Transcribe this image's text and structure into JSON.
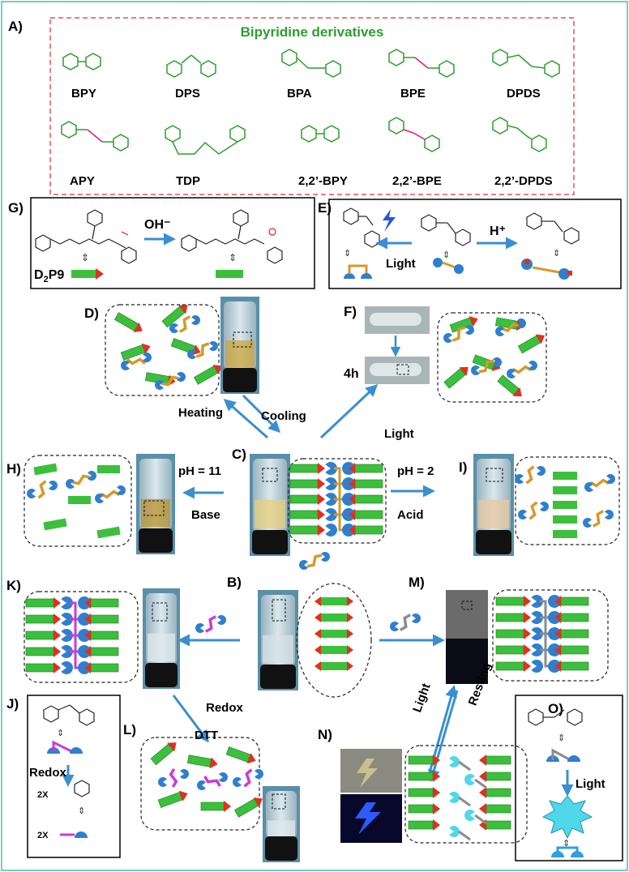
{
  "colors": {
    "frame": "#7ec8c8",
    "dashed_red": "#e05555",
    "ring_green": "#2e9e2e",
    "pink_link": "#d81b8a",
    "arrow_blue": "#3a8fd0",
    "peptide_green": "#3cbf3c",
    "tip_red": "#e03020",
    "blue_piece": "#2f7fcf",
    "gold_link": "#d49a2a",
    "magenta_link": "#cc3bd6",
    "grey_link": "#8c8c8c",
    "cyan_piece": "#4fd7ea"
  },
  "panel_a": {
    "label": "A)",
    "title": "Bipyridine derivatives",
    "compounds": [
      "BPY",
      "DPS",
      "BPA",
      "BPE",
      "DPDS",
      "APY",
      "TDP",
      "2,2’-BPY",
      "2,2’-BPE",
      "2,2’-DPDS"
    ]
  },
  "panel_g": {
    "label": "G)",
    "reagent": "OH⁻",
    "name_main": "D",
    "name_sub": "2",
    "name_end": "P9",
    "equiv": "⇕"
  },
  "panel_e": {
    "label": "E)",
    "acid": "H⁺",
    "light": "Light",
    "equiv": "⇕"
  },
  "panel_d": {
    "label": "D)"
  },
  "panel_f": {
    "label": "F)",
    "time": "4h"
  },
  "panel_c": {
    "label": "C)"
  },
  "panel_h": {
    "label": "H)"
  },
  "panel_i": {
    "label": "I)"
  },
  "panel_b": {
    "label": "B)"
  },
  "panel_k": {
    "label": "K)"
  },
  "panel_m": {
    "label": "M)"
  },
  "panel_j": {
    "label": "J)",
    "redox": "Redox",
    "count_top": "2X",
    "count_bottom": "2X",
    "equiv": "⇕"
  },
  "panel_l": {
    "label": "L)"
  },
  "panel_n": {
    "label": "N)"
  },
  "panel_o": {
    "label": "O)",
    "light": "Light",
    "equiv": "⇕"
  },
  "arrows": {
    "heating": "Heating",
    "cooling": "Cooling",
    "light_f": "Light",
    "ph_base": "pH = 11",
    "base": "Base",
    "ph_acid": "pH = 2",
    "acid": "Acid",
    "redox": "Redox",
    "dtt": "DTT",
    "light_n": "Light",
    "resting": "Resting"
  }
}
